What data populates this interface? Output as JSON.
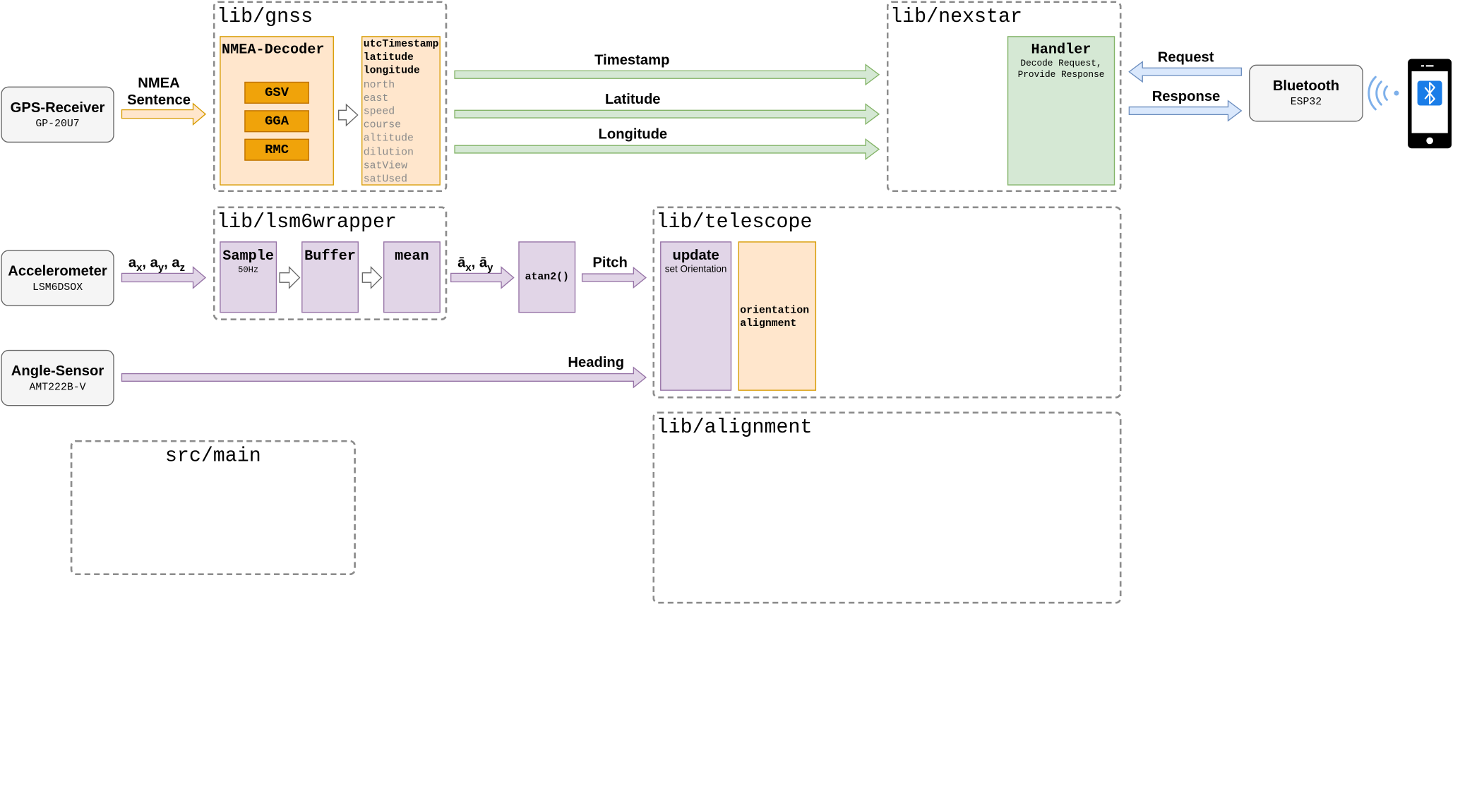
{
  "devices": {
    "gps": {
      "name": "GPS-Receiver",
      "part": "GP-20U7"
    },
    "accel": {
      "name": "Accelerometer",
      "part": "LSM6DSOX"
    },
    "angle": {
      "name": "Angle-Sensor",
      "part": "AMT222B-V"
    },
    "bluetooth": {
      "name": "Bluetooth",
      "part": "ESP32"
    }
  },
  "libs": {
    "gnss": "lib/gnss",
    "nexstar": "lib/nexstar",
    "lsm6wrapper": "lib/lsm6wrapper",
    "telescope": "lib/telescope",
    "alignment": "lib/alignment",
    "main": "src/main"
  },
  "gnss": {
    "decoder_title": "NMEA-Decoder",
    "sentences": [
      "GSV",
      "GGA",
      "RMC"
    ],
    "fields": [
      {
        "name": "utcTimestamp",
        "used": true
      },
      {
        "name": "latitude",
        "used": true
      },
      {
        "name": "longitude",
        "used": true
      },
      {
        "name": "north",
        "used": false
      },
      {
        "name": "east",
        "used": false
      },
      {
        "name": "speed",
        "used": false
      },
      {
        "name": "course",
        "used": false
      },
      {
        "name": "altitude",
        "used": false
      },
      {
        "name": "dilution",
        "used": false
      },
      {
        "name": "satView",
        "used": false
      },
      {
        "name": "satUsed",
        "used": false
      }
    ]
  },
  "nexstar": {
    "handler_title": "Handler",
    "handler_desc": "Decode Request,\nProvide Response"
  },
  "lsm6": {
    "sample_title": "Sample",
    "sample_rate": "50Hz",
    "buffer_title": "Buffer",
    "mean_title": "mean"
  },
  "atan": "atan2()",
  "telescope": {
    "update_title": "update",
    "update_desc": "set Orientation",
    "state_lines": [
      "orientation",
      "alignment"
    ]
  },
  "labels": {
    "nmea": "NMEA\nSentence",
    "timestamp": "Timestamp",
    "latitude": "Latitude",
    "longitude": "Longitude",
    "request": "Request",
    "response": "Response",
    "accel_in": [
      "a",
      "x",
      ", a",
      "y",
      ", a",
      "z"
    ],
    "accel_mean": [
      "ā",
      "x",
      ", ā",
      "y"
    ],
    "pitch": "Pitch",
    "heading": "Heading"
  },
  "colors": {
    "orange_fill": "#ffe6cc",
    "orange_stroke": "#d79b00",
    "purple_fill": "#e1d5e7",
    "purple_stroke": "#9673a6",
    "green_fill": "#d5e8d4",
    "green_stroke": "#82b366",
    "blue_fill": "#dae8fc",
    "blue_stroke": "#6c8ebf",
    "bluetooth_blue": "#1a7de8"
  },
  "icons": {
    "stack": "layers-icon",
    "phone": "smartphone-icon",
    "signal": "wireless-signal-icon",
    "bluetooth": "bluetooth-icon"
  }
}
